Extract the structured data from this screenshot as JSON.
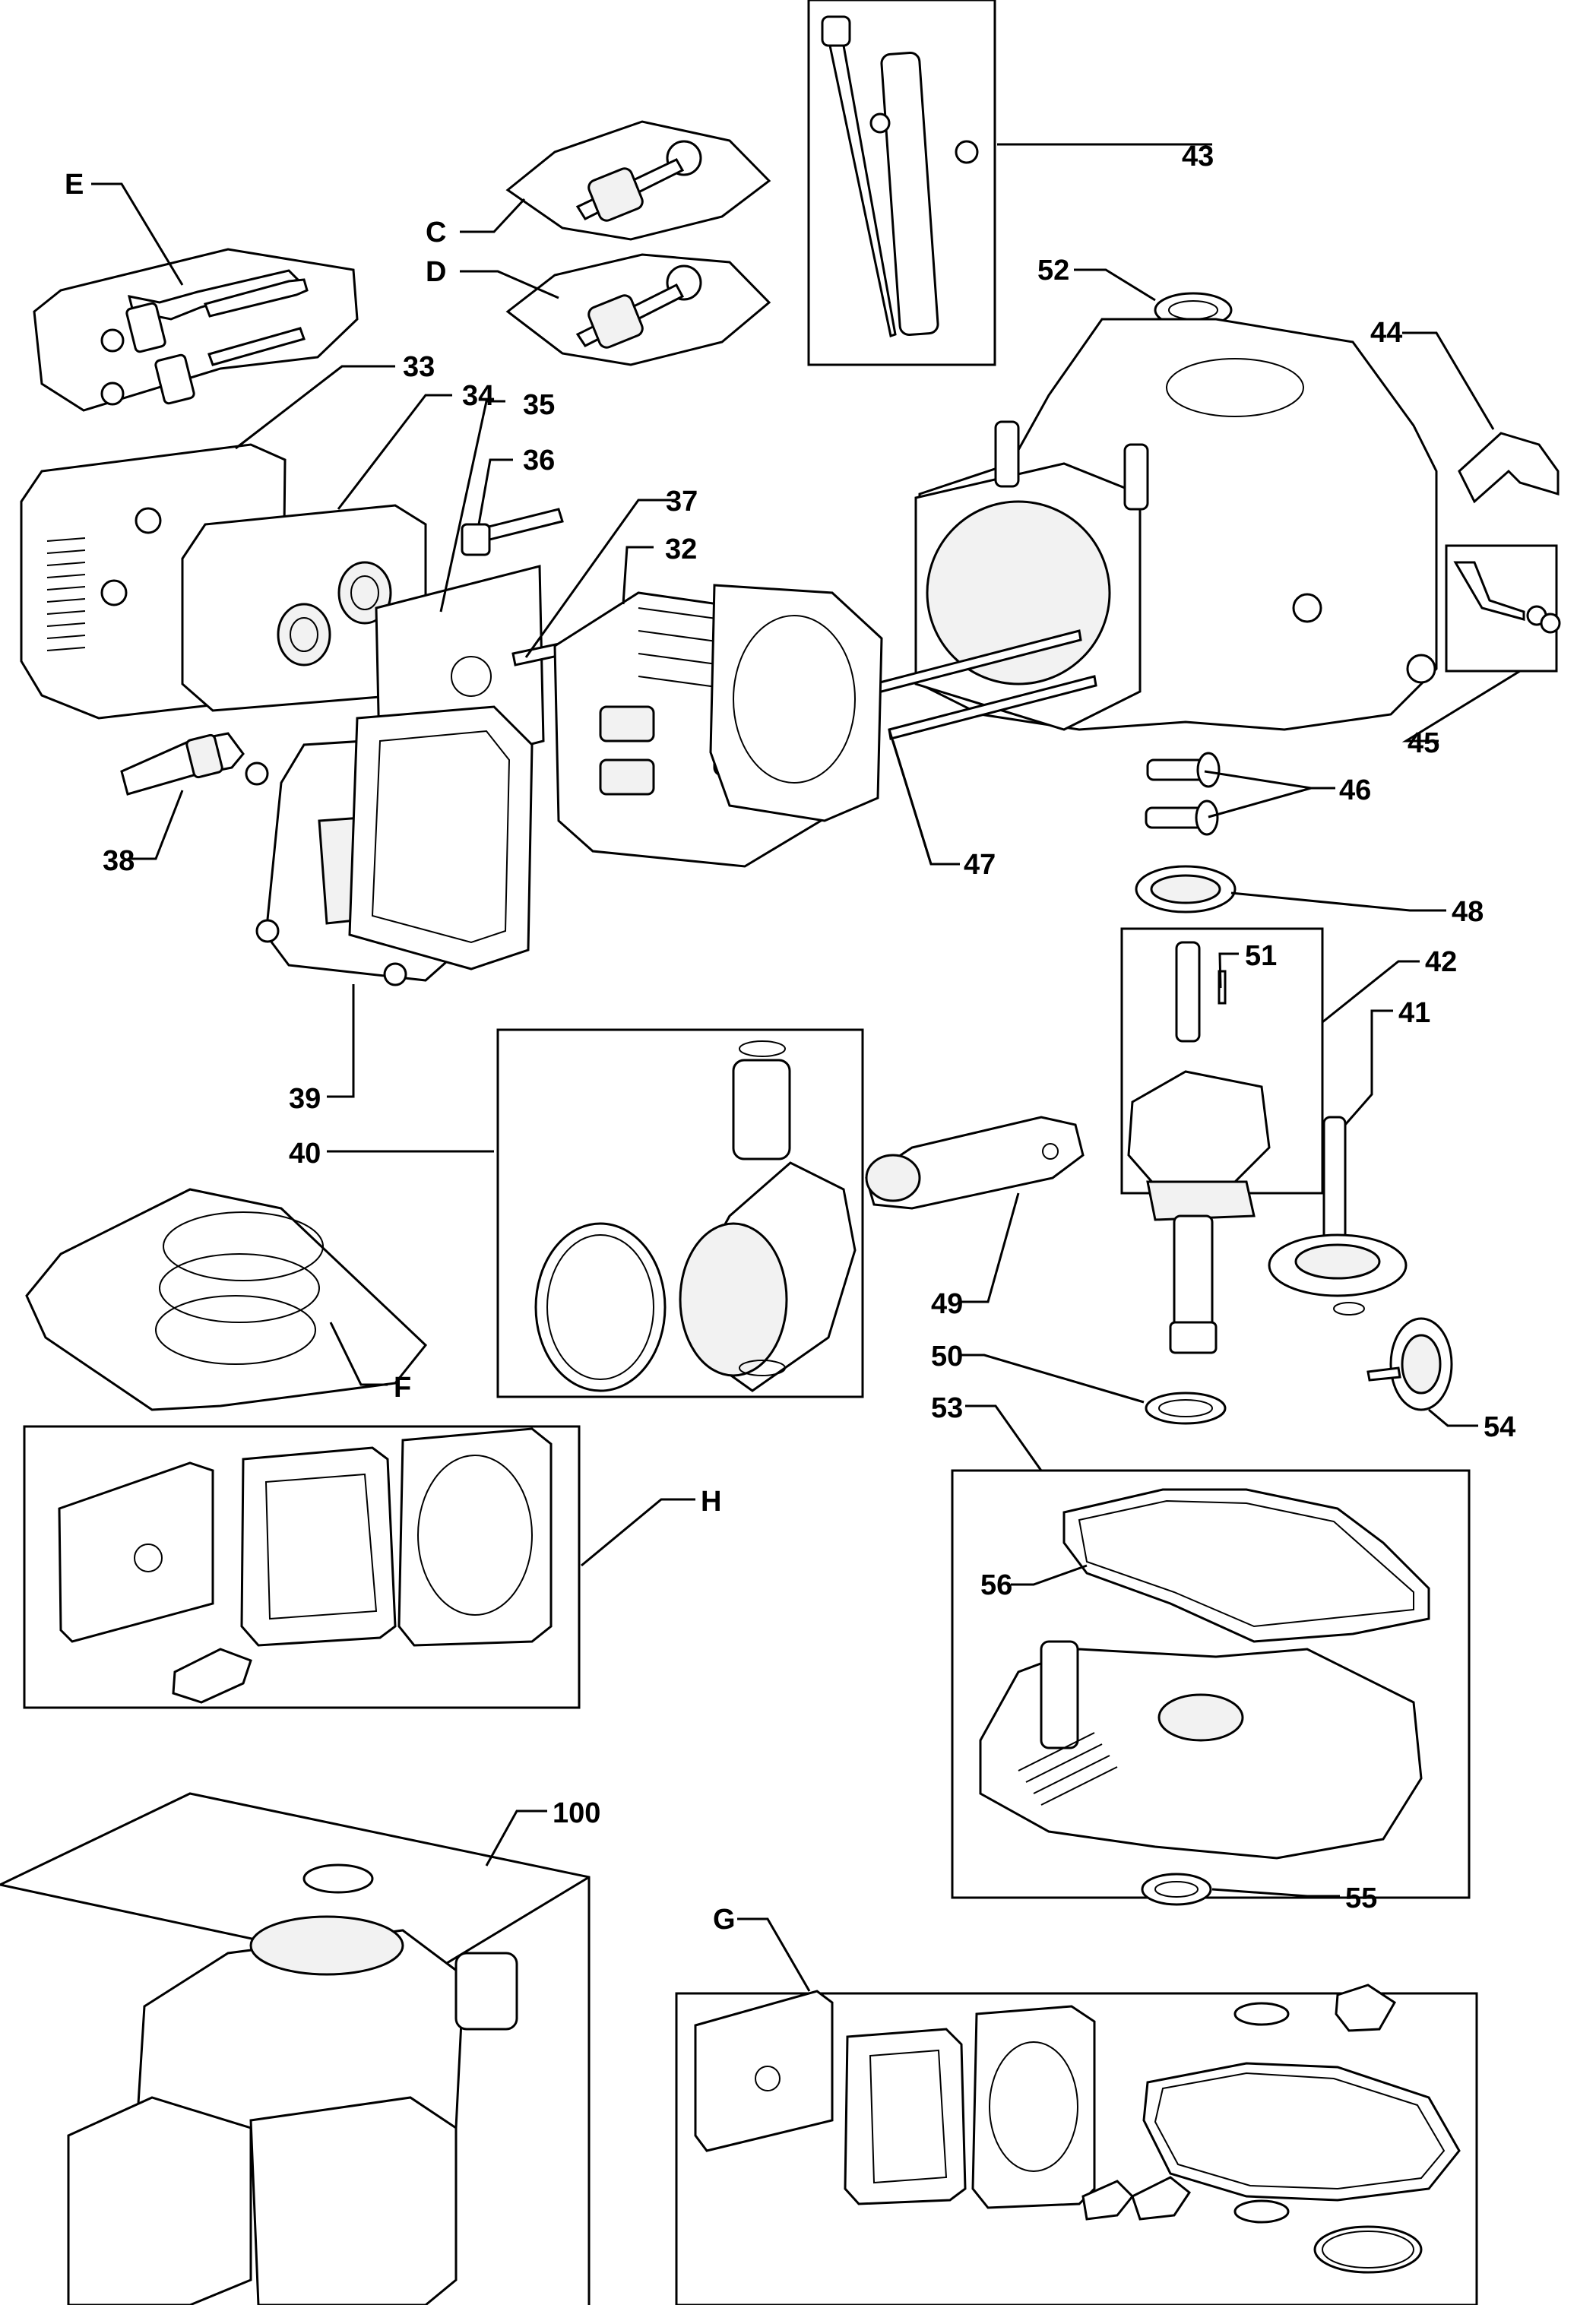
{
  "labels": [
    {
      "id": "E",
      "text": "E"
    },
    {
      "id": "C",
      "text": "C"
    },
    {
      "id": "D",
      "text": "D"
    },
    {
      "id": "43",
      "text": "43"
    },
    {
      "id": "52",
      "text": "52"
    },
    {
      "id": "44",
      "text": "44"
    },
    {
      "id": "33",
      "text": "33"
    },
    {
      "id": "34",
      "text": "34"
    },
    {
      "id": "35",
      "text": "35"
    },
    {
      "id": "36",
      "text": "36"
    },
    {
      "id": "37",
      "text": "37"
    },
    {
      "id": "32",
      "text": "32"
    },
    {
      "id": "45",
      "text": "45"
    },
    {
      "id": "46",
      "text": "46"
    },
    {
      "id": "38",
      "text": "38"
    },
    {
      "id": "47",
      "text": "47"
    },
    {
      "id": "48",
      "text": "48"
    },
    {
      "id": "51",
      "text": "51"
    },
    {
      "id": "42",
      "text": "42"
    },
    {
      "id": "41",
      "text": "41"
    },
    {
      "id": "39",
      "text": "39"
    },
    {
      "id": "40",
      "text": "40"
    },
    {
      "id": "49",
      "text": "49"
    },
    {
      "id": "F",
      "text": "F"
    },
    {
      "id": "50",
      "text": "50"
    },
    {
      "id": "53",
      "text": "53"
    },
    {
      "id": "54",
      "text": "54"
    },
    {
      "id": "H",
      "text": "H"
    },
    {
      "id": "56",
      "text": "56"
    },
    {
      "id": "100",
      "text": "100"
    },
    {
      "id": "G",
      "text": "G"
    },
    {
      "id": "55",
      "text": "55"
    }
  ]
}
